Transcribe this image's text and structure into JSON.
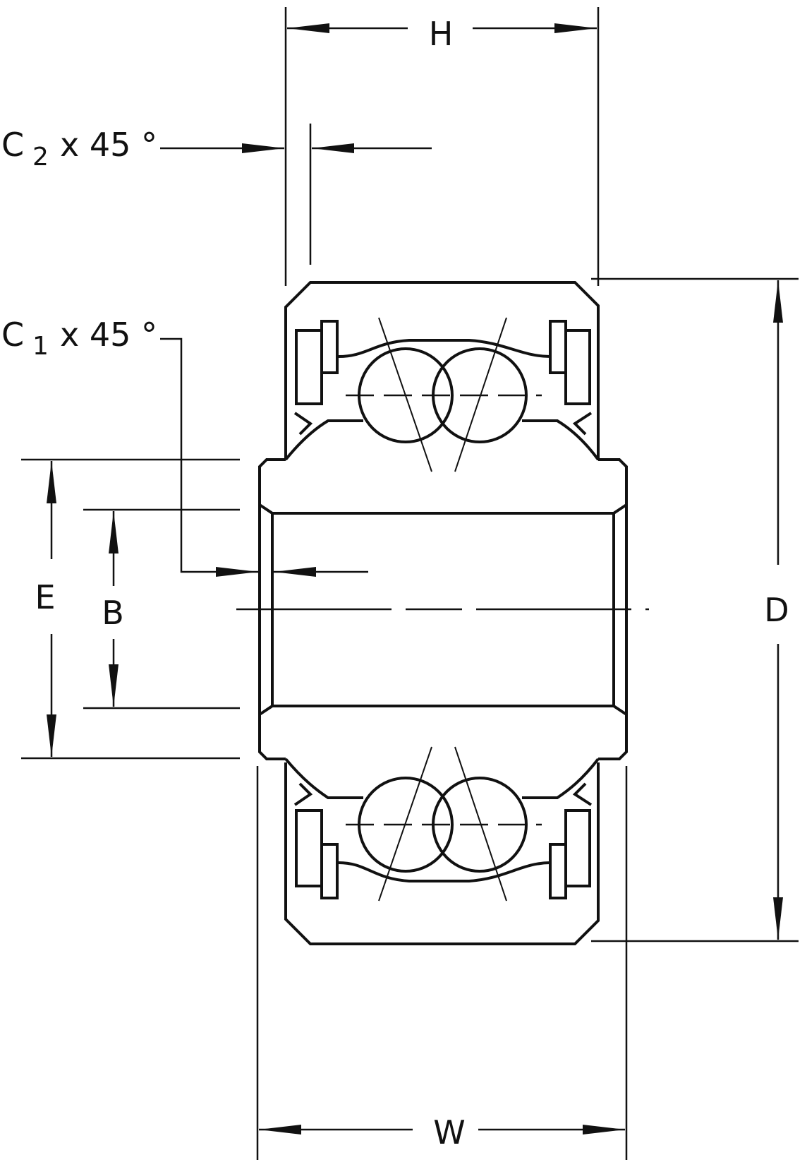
{
  "labels": {
    "H": "H",
    "D": "D",
    "W": "W",
    "E": "E",
    "B": "B",
    "c2_letter": "C",
    "c2_sub": "2",
    "c2_text": "x 45 °",
    "c1_letter": "C",
    "c1_sub": "1",
    "c1_text": "x 45 °"
  },
  "colors": {
    "ink": "#111111",
    "background": "#ffffff"
  }
}
